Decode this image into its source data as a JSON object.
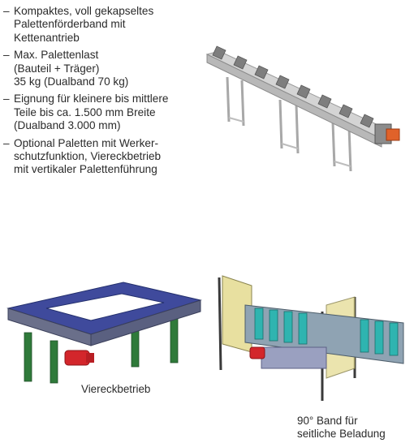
{
  "bullets": [
    {
      "lines": [
        "Kompaktes, voll gekapseltes",
        "Palettenförderband mit",
        "Kettenantrieb"
      ]
    },
    {
      "lines": [
        "Max. Palettenlast",
        "(Bauteil + Träger)",
        "35 kg (Dualband 70 kg)"
      ]
    },
    {
      "lines": [
        "Eignung für kleinere bis mittlere",
        "Teile bis ca. 1.500 mm Breite",
        "(Dualband 3.000 mm)"
      ]
    },
    {
      "lines": [
        "Optional Paletten mit Werker-",
        "schutzfunktion, Viereckbetrieb",
        "mit vertikaler Palettenführung"
      ]
    }
  ],
  "bullet_marker": "–",
  "captions": {
    "square": "Viereckbetrieb",
    "band_line1": "90° Band für",
    "band_line2": "seitliche Beladung"
  },
  "colors": {
    "text": "#2a2a2a",
    "frame_blue": "#3f4a9c",
    "frame_green": "#2f7a3a",
    "motor_red": "#d3262b",
    "panel_cyan": "#2fb4b0",
    "panel_yellow": "#e8e0a0",
    "metal": "#c9c9c9",
    "drive_orange": "#e0622a"
  }
}
